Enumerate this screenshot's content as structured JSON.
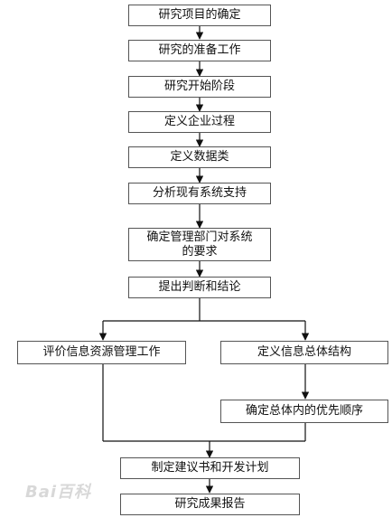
{
  "nodes": {
    "n1": "研究项目的确定",
    "n2": "研究的准备工作",
    "n3": "研究开始阶段",
    "n4": "定义企业过程",
    "n5": "定义数据类",
    "n6": "分析现有系统支持",
    "n7a": "确定管理部门对系统",
    "n7b": "的要求",
    "n8": "提出判断和结论",
    "n9": "评价信息资源管理工作",
    "n10": "定义信息总体结构",
    "n11": "确定总体内的优先顺序",
    "n12": "制定建议书和开发计划",
    "n13": "研究成果报告"
  },
  "watermark": "Bai百科"
}
